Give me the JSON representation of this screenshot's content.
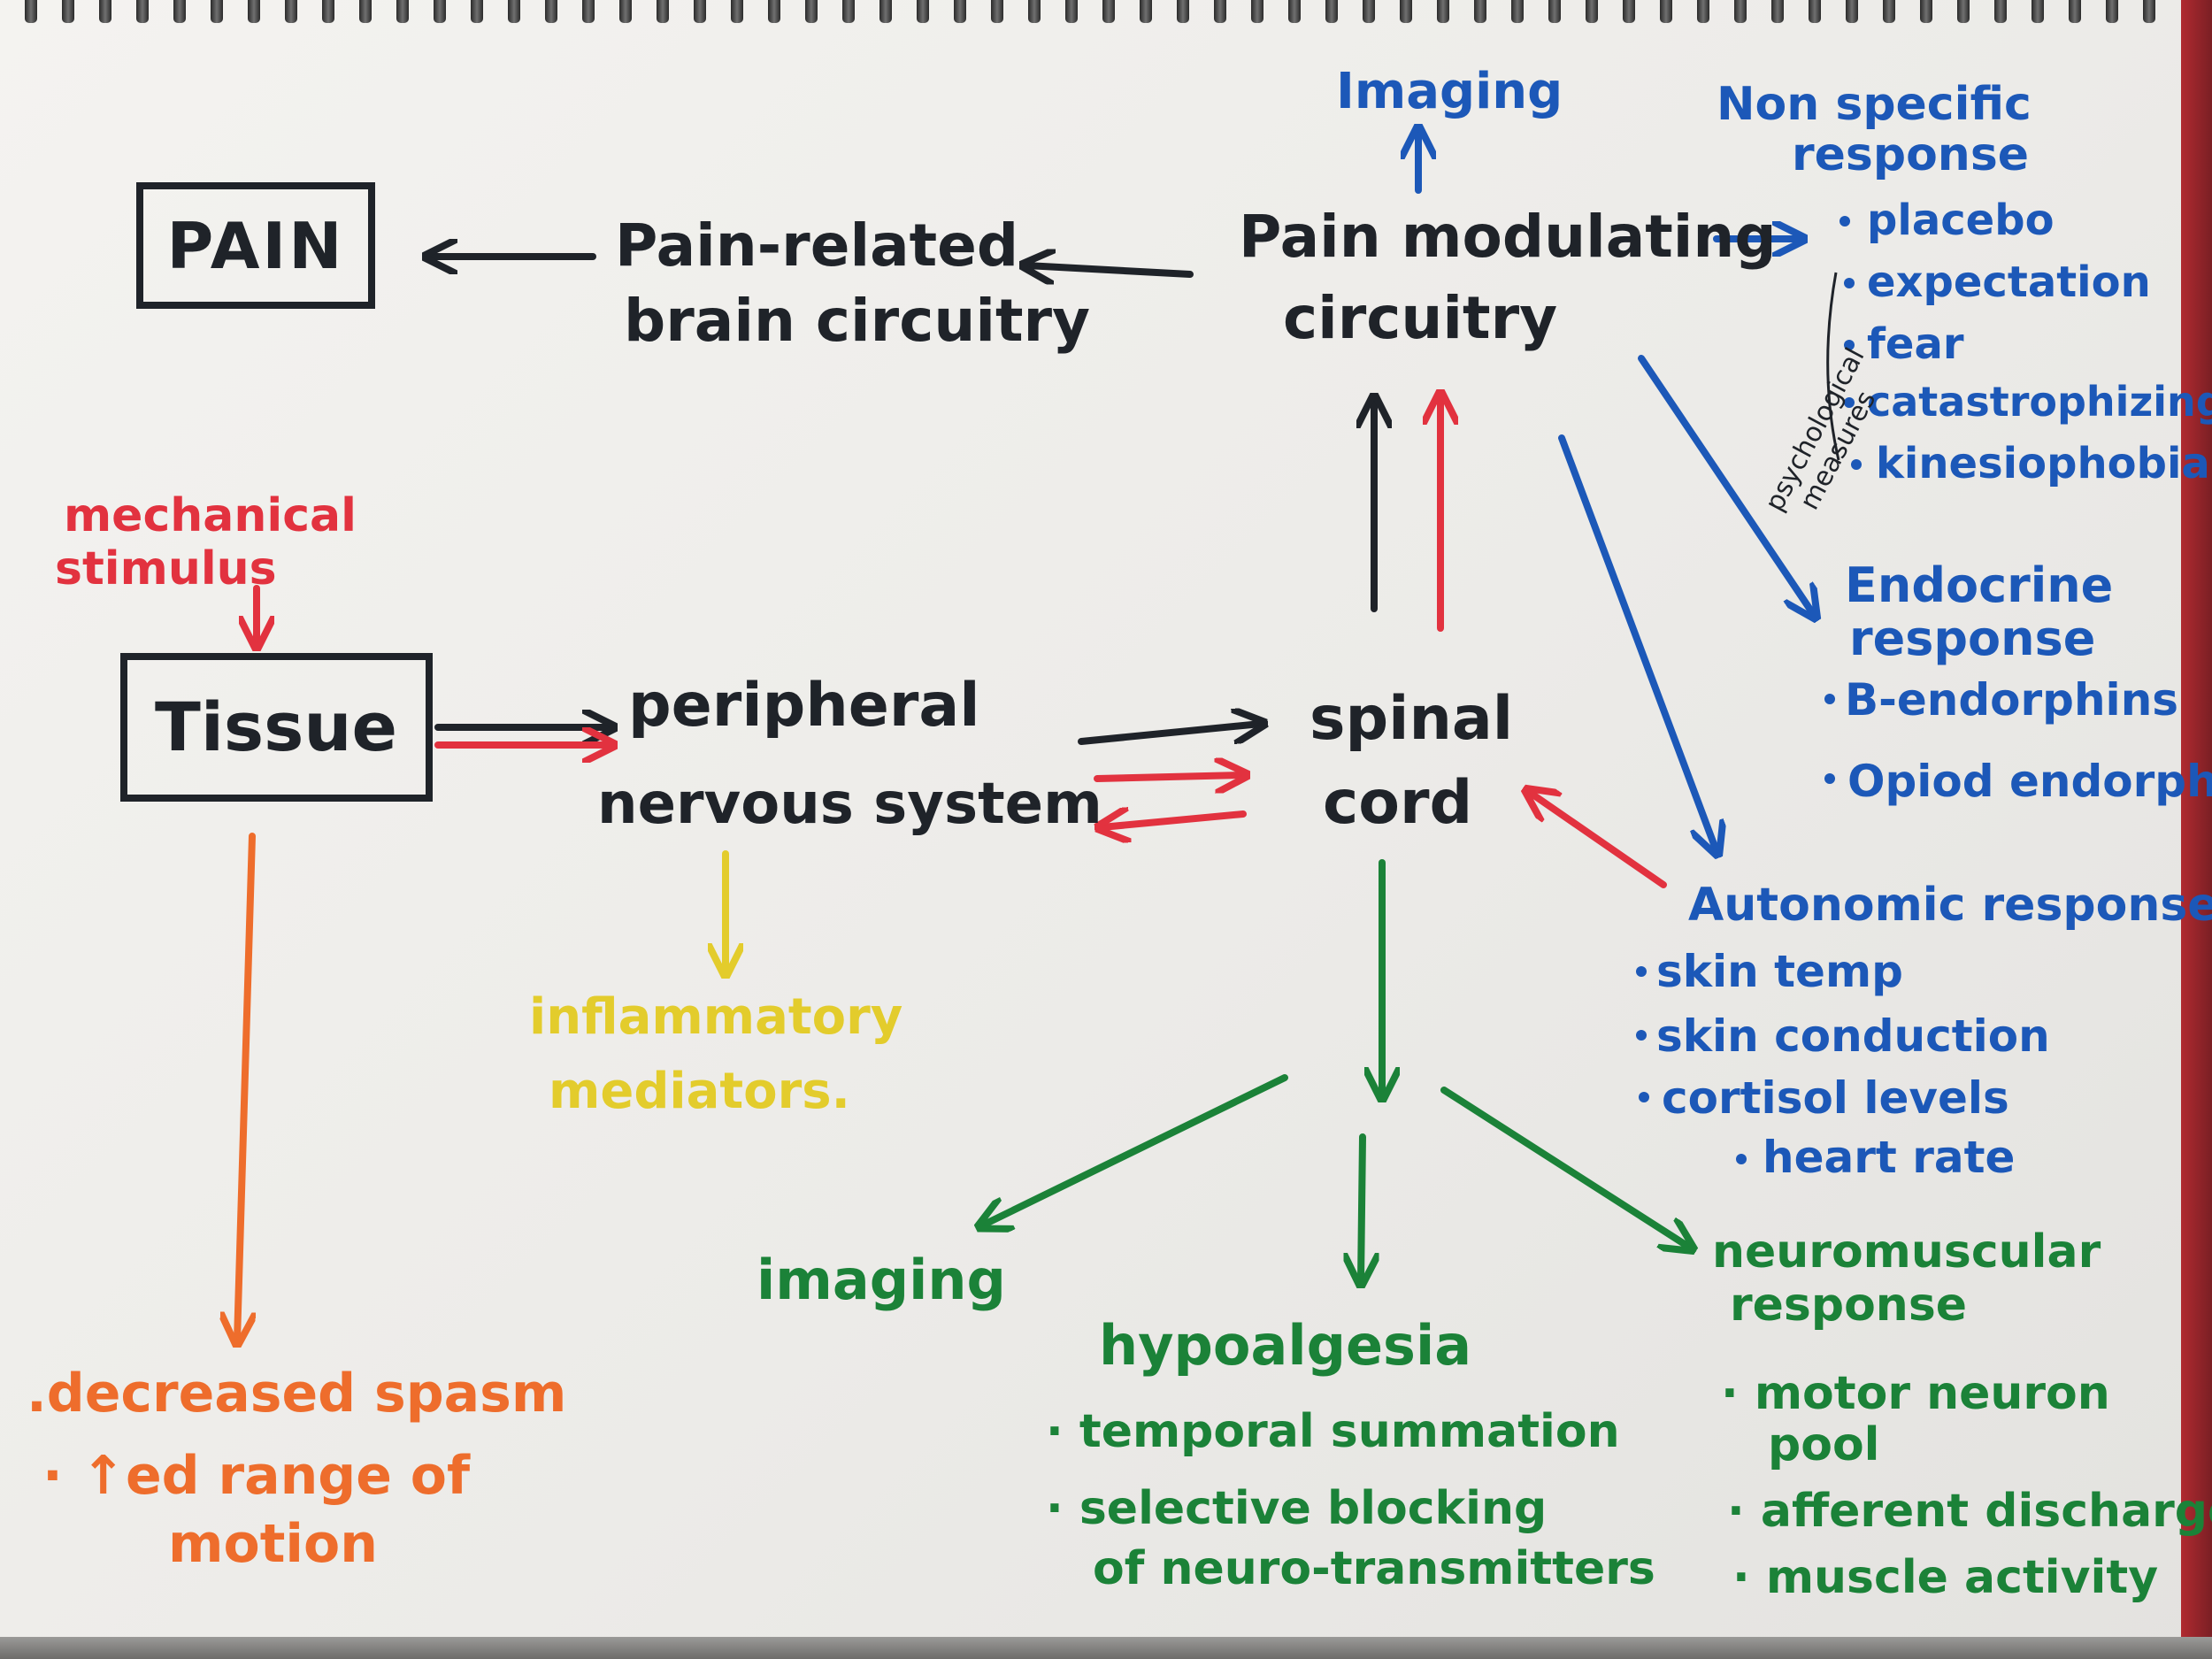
{
  "nodes": {
    "pain": "PAIN",
    "pain_brain": [
      "Pain-related",
      "brain circuitry"
    ],
    "modulating": [
      "Pain modulating",
      "circuitry"
    ],
    "imaging_top": "Imaging",
    "tissue": "Tissue",
    "mechanical": [
      "mechanical",
      "stimulus"
    ],
    "pns": [
      "peripheral",
      "nervous system"
    ],
    "spinal": [
      "spinal",
      "cord"
    ],
    "inflammatory": [
      "inflammatory",
      "mediators."
    ],
    "imaging_bottom": "imaging",
    "hypoalgesia": "hypoalgesia",
    "neuromuscular": [
      "neuromuscular",
      "response"
    ],
    "nonspecific": [
      "Non specific",
      "response"
    ],
    "endocrine": [
      "Endocrine",
      "response"
    ],
    "autonomic": "Autonomic response",
    "psych_note": [
      "psychological",
      "measures"
    ]
  },
  "lists": {
    "nonspecific_items": [
      "placebo",
      "expectation",
      "fear",
      "catastrophizing",
      "kinesiophobia"
    ],
    "endocrine_items": [
      "B-endorphins",
      "Opiod endorphins"
    ],
    "autonomic_items": [
      "skin temp",
      "skin conduction",
      "cortisol levels",
      "heart rate"
    ],
    "tissue_effects": [
      ".decreased spasm",
      "· ↑ed range of",
      "motion"
    ],
    "hypoalgesia_items": [
      "· temporal summation",
      "· selective blocking",
      "of neuro-transmitters"
    ],
    "neuromuscular_items": [
      "· motor neuron",
      "pool",
      "· afferent discharge",
      "· muscle activity"
    ]
  },
  "colors": {
    "black": "#1f2329",
    "blue": "#1c58b8",
    "green": "#1b8238",
    "red": "#e2323f",
    "orange": "#ee6d2c",
    "yellow": "#e3cc2c"
  }
}
